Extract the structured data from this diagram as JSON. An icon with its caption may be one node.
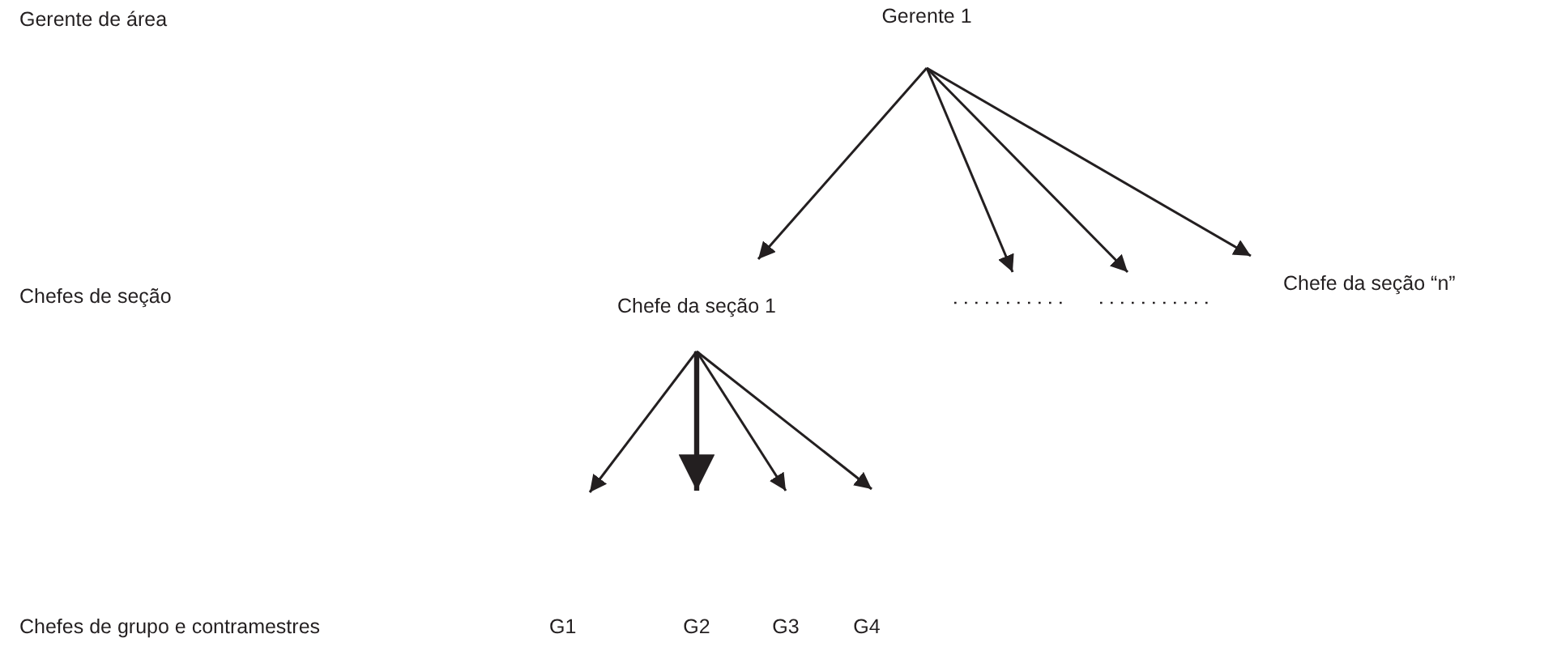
{
  "diagram": {
    "nodes": [
      {
        "text": [
          "Gerente 1"
        ]
      },
      {
        "text": [
          "Chefe da seção 1"
        ]
      },
      {
        "text": [],
        "shape": "line"
      },
      {
        "text": [],
        "shape": "line"
      },
      {
        "text": [
          "Chefe da seção “n”"
        ]
      },
      {
        "text": [
          "G1"
        ]
      },
      {
        "text": [
          "G2"
        ]
      },
      {
        "text": [
          "G3"
        ]
      },
      {
        "text": [
          "G4"
        ]
      }
    ],
    "edges": [
      {
        "from": 0,
        "to": 1,
        "arrow": "to"
      },
      {
        "from": 0,
        "to": 2,
        "arrow": "to"
      },
      {
        "from": 0,
        "to": 3,
        "arrow": "to"
      },
      {
        "from": 0,
        "to": 4,
        "arrow": "to"
      },
      {
        "from": 1,
        "to": 5,
        "arrow": "to"
      },
      {
        "from": 1,
        "to": 6,
        "arrow": "to",
        "style": "thick"
      },
      {
        "from": 1,
        "to": 7,
        "arrow": "to"
      },
      {
        "from": 1,
        "to": 8,
        "arrow": "to"
      }
    ],
    "labels": [
      "Gerente de área",
      "Chefes de seção",
      "Chefes de grupo e contramestres"
    ]
  }
}
